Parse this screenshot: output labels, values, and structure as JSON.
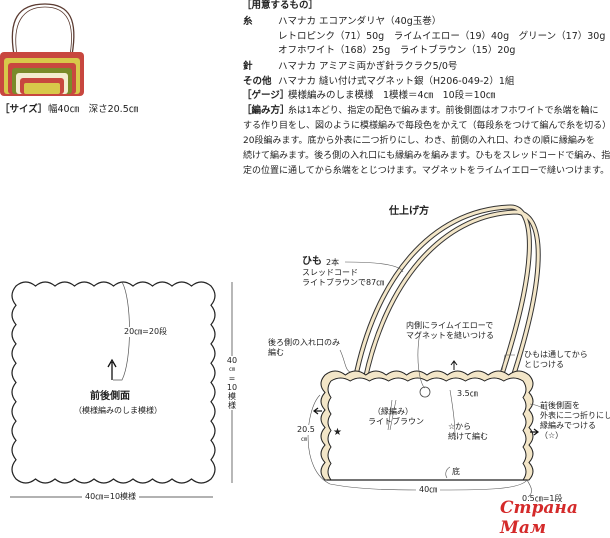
{
  "size": {
    "label": "［サイズ］",
    "text": "幅40㎝　深さ20.5㎝"
  },
  "materials": {
    "heading": "［用意するもの］",
    "yarn_label": "糸",
    "yarn_brand": "ハマナカ エコアンダリヤ（40g玉巻）",
    "yarn_colors_1": "レトロピンク（71）50g　ライムイエロー（19）40g　グリーン（17）30g",
    "yarn_colors_2": "オフホワイト（168）25g　ライトブラウン（15）20g",
    "hook_label": "針",
    "hook": "ハマナカ アミアミ両かぎ針ラクラク5/0号",
    "other_label": "その他",
    "other": "ハマナカ 縫い付け式マグネット銀（H206-049-2）1組"
  },
  "gauge": {
    "label": "［ゲージ］",
    "text": "模様編みのしま模様　1模様＝4㎝　10段＝10㎝"
  },
  "method": {
    "label": "［編み方］",
    "lines": [
      "糸は1本どり、指定の配色で編みます。前後側面はオフホワイトで糸端を輪に",
      "する作り目をし、図のように模様編みで毎段色をかえて（毎段糸をつけて編んで糸を切る）",
      "20段編みます。底から外表に二つ折りにし、わき、前側の入れ口、わきの順に縁編みを",
      "続けて編みます。後ろ側の入れ口にも縁編みを編みます。ひもをスレッドコードで編み、指",
      "定の位置に通してから糸端をとじつけます。マグネットをライムイエローで縫いつけます。"
    ]
  },
  "panel": {
    "rows_label": "20㎝=20段",
    "title": "前後側面",
    "subtitle": "（模様編みのしま模様）",
    "width_label": "40㎝=10模様",
    "height_label": [
      "40",
      "㎝",
      "=",
      "10",
      "模",
      "様"
    ]
  },
  "finishing": {
    "title": "仕上げ方",
    "cord_title": "ひも",
    "cord_count": "2本",
    "cord_desc_1": "スレッドコード",
    "cord_desc_2": "ライトブラウンで87㎝",
    "back_edge_1": "後ろ側の入れ口のみ",
    "back_edge_2": "編む",
    "magnet_1": "内側にライムイエローで",
    "magnet_2": "マグネットを縫いつける",
    "cord_attach_1": "ひもは通してから",
    "cord_attach_2": "とじつける",
    "gap": "3.5㎝",
    "edging_1": "（縁編み）",
    "edging_2": "ライトブラウン",
    "continue_1": "☆から",
    "continue_2": "続けて編む",
    "fold_1": "前後側面を",
    "fold_2": "外表に二つ折りにし、",
    "fold_3": "縁編みでつける",
    "fold_4": "（☆）",
    "depth": "20.5",
    "depth_unit": "㎝",
    "star": "★",
    "bottom": "底",
    "width": "40㎝",
    "row": "0.5㎝=1段"
  },
  "watermark": "Страна Мам",
  "colors": {
    "pink": "#c8473f",
    "lime": "#d8c84a",
    "green": "#7a8a2a",
    "offwhite": "#f4ecd0",
    "cord": "#f3e6c8",
    "watermark": "#d42a2a"
  }
}
